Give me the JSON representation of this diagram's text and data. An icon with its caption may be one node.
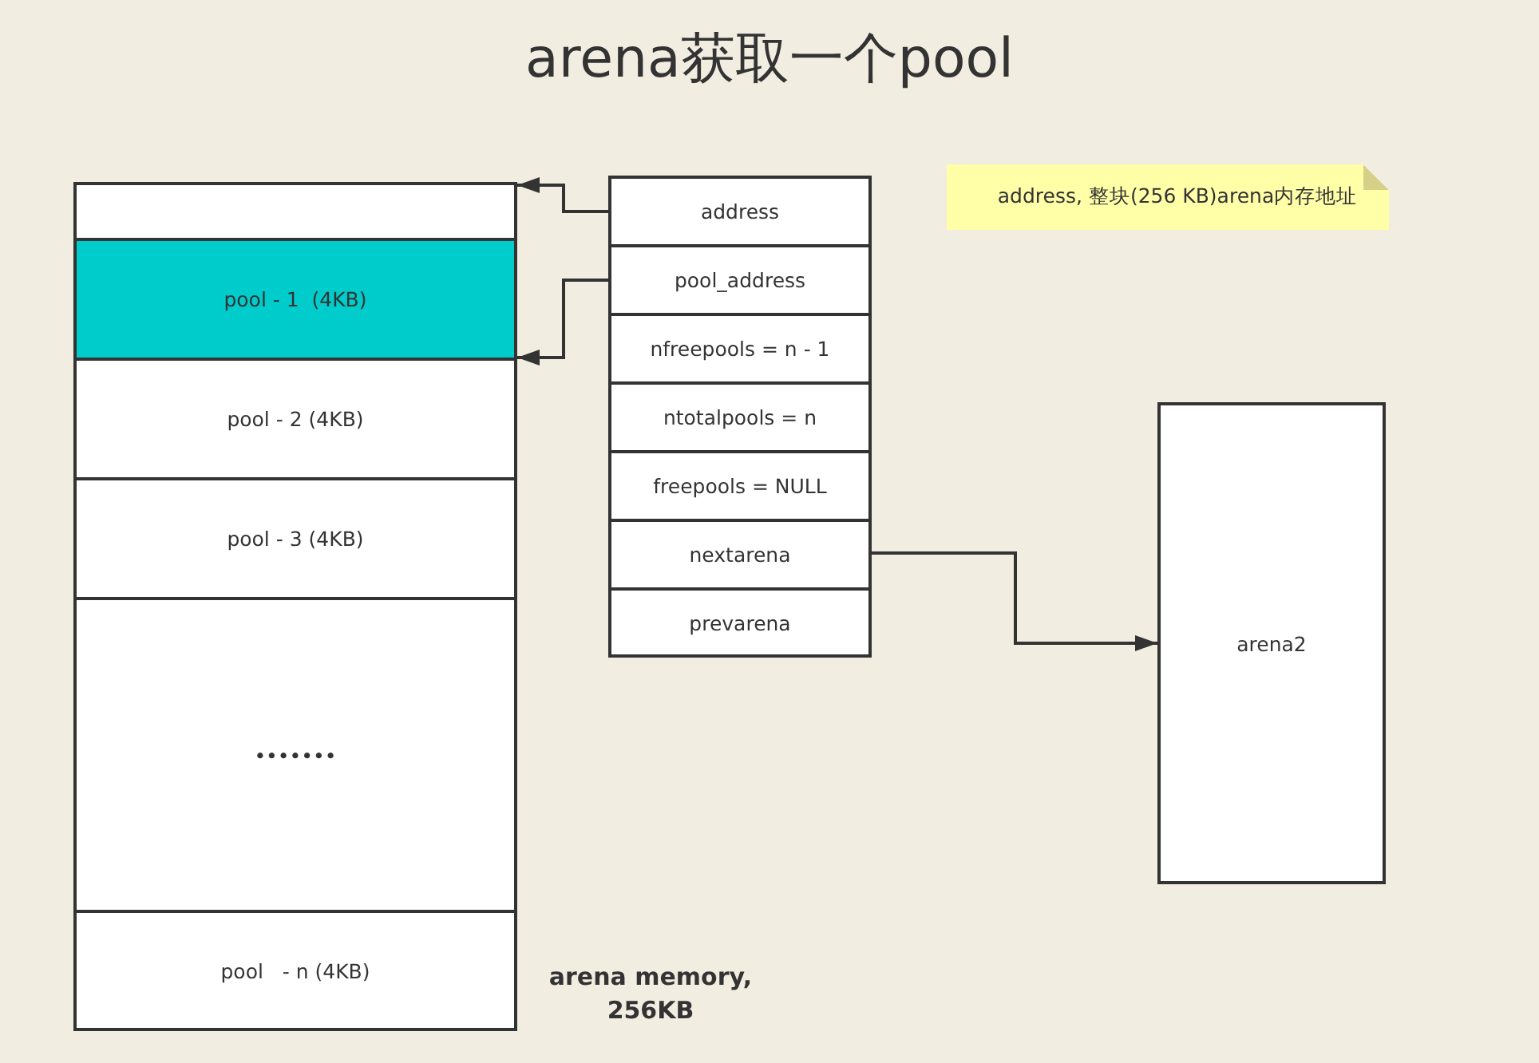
{
  "diagram": {
    "title": "arena获取一个pool",
    "nodes": [
      {
        "text": [],
        "shape": "box"
      },
      {
        "text": [
          "pool - 1  (4KB)"
        ]
      },
      {
        "text": [
          "pool - 2 (4KB)"
        ]
      },
      {
        "text": [
          "pool - 3 (4KB)"
        ]
      },
      {
        "text": [
          "•••••••"
        ]
      },
      {
        "text": [
          "pool   - n (4KB)"
        ]
      },
      {
        "text": [
          "address"
        ]
      },
      {
        "text": [
          "pool_address"
        ]
      },
      {
        "text": [
          "nfreepools = n - 1"
        ]
      },
      {
        "text": [
          "ntotalpools = n"
        ]
      },
      {
        "text": [
          "freepools = NULL"
        ]
      },
      {
        "text": [
          "nextarena"
        ]
      },
      {
        "text": [
          "prevarena"
        ]
      },
      {
        "text": [
          "arena2"
        ]
      },
      {
        "text": [
          "address, 整块(256 KB)arena内存地址"
        ]
      }
    ],
    "edges": [
      {
        "from": 6,
        "to": 0,
        "arrow": "to"
      },
      {
        "from": 7,
        "to": 2,
        "arrow": "to"
      },
      {
        "from": 11,
        "to": 13,
        "arrow": "to"
      }
    ],
    "labels": [
      "arena memory, 256KB"
    ]
  }
}
